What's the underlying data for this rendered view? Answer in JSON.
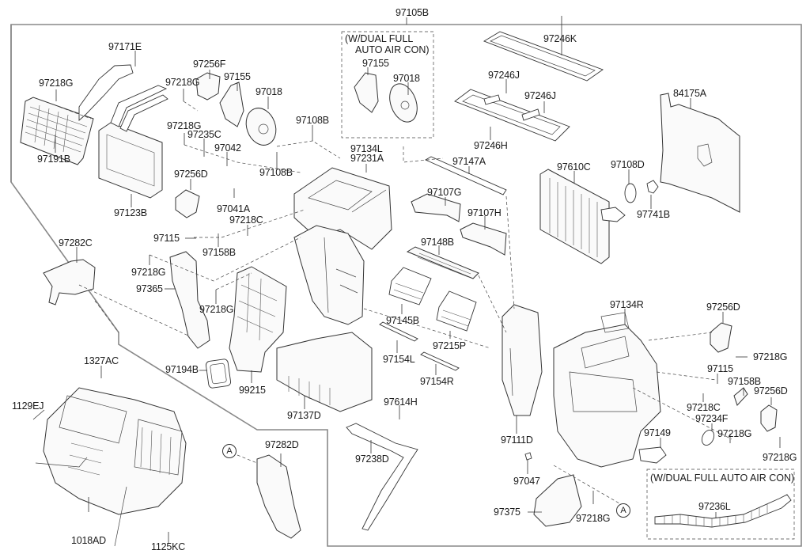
{
  "diagram": {
    "title_part": "97105B",
    "notes": {
      "dual_top_line1": "(W/DUAL FULL",
      "dual_top_line2": "AUTO AIR CON)",
      "dual_bottom": "(W/DUAL FULL AUTO AIR CON)",
      "ref_marker": "A"
    },
    "labels": {
      "p97171E": "97171E",
      "p97218G_a": "97218G",
      "p97191B": "97191B",
      "p97218G_b": "97218G",
      "p97256F": "97256F",
      "p97155": "97155",
      "p97018": "97018",
      "p97218G_c": "97218G",
      "p97235C": "97235C",
      "p97042": "97042",
      "p97108B_a": "97108B",
      "p97108B_b": "97108B",
      "p97123B": "97123B",
      "p97256D_a": "97256D",
      "p97041A": "97041A",
      "p97218C_a": "97218C",
      "p97115_a": "97115",
      "p97158B_a": "97158B",
      "p97155_dual": "97155",
      "p97018_dual": "97018",
      "p97134L": "97134L",
      "p97231A": "97231A",
      "p97246K": "97246K",
      "p97246J_a": "97246J",
      "p97246J_b": "97246J",
      "p97246H": "97246H",
      "p97147A": "97147A",
      "p97107G": "97107G",
      "p97107H": "97107H",
      "p97148B": "97148B",
      "p84175A": "84175A",
      "p97610C": "97610C",
      "p97108D": "97108D",
      "p97741B": "97741B",
      "p97282C": "97282C",
      "p97218G_d": "97218G",
      "p97365": "97365",
      "p97218G_e": "97218G",
      "p97145B": "97145B",
      "p97215P": "97215P",
      "p97154L": "97154L",
      "p97154R": "97154R",
      "p97134R": "97134R",
      "p97256D_b": "97256D",
      "p97218G_f": "97218G",
      "p97115_b": "97115",
      "p97158B_b": "97158B",
      "p97256D_c": "97256D",
      "p97218C_b": "97218C",
      "p97234F": "97234F",
      "p97218G_g": "97218G",
      "p97218G_h": "97218G",
      "p97149": "97149",
      "p97111D": "97111D",
      "p97047": "97047",
      "p1327AC": "1327AC",
      "p97194B": "97194B",
      "p99215": "99215",
      "p1129EJ": "1129EJ",
      "p97137D": "97137D",
      "p97614H": "97614H",
      "p97238D": "97238D",
      "p97282D": "97282D",
      "p1018AD": "1018AD",
      "p1125KC": "1125KC",
      "p97375": "97375",
      "p97218G_i": "97218G",
      "p97236L": "97236L"
    }
  }
}
